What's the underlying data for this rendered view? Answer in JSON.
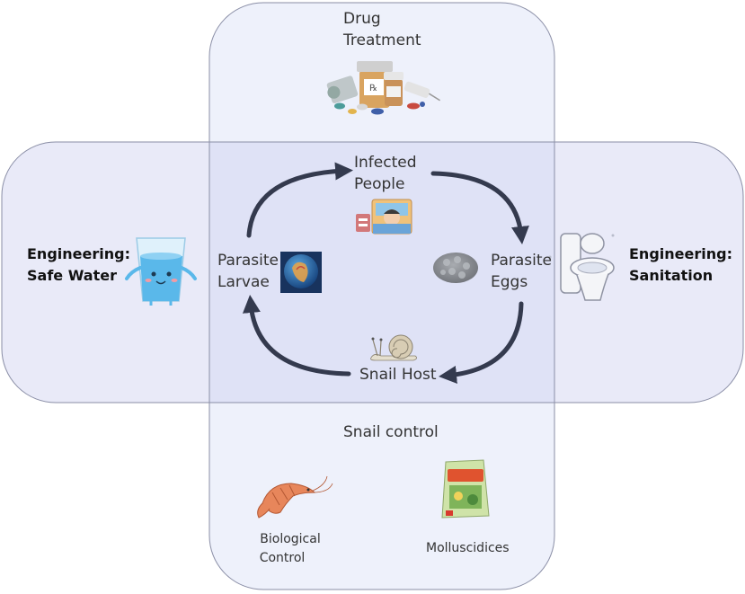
{
  "colors": {
    "panel_vertical": "#eef1fb",
    "panel_horizontal": "#e9eaf8",
    "overlap": "#dfe2f6",
    "panel_border": "#8a8ea6",
    "arrow": "#343a4e"
  },
  "panels": {
    "drug": {
      "title_line1": "Drug",
      "title_line2": "Treatment",
      "icon": "pill-bottles-icon"
    },
    "water": {
      "title_line1": "Engineering:",
      "title_line2": "Safe Water",
      "icon": "water-glass-icon"
    },
    "sanitation": {
      "title_line1": "Engineering:",
      "title_line2": "Sanitation",
      "icon": "toilet-icon"
    },
    "snail_control": {
      "title": "Snail control",
      "biological_line1": "Biological",
      "biological_line2": "Control",
      "biological_icon": "shrimp-icon",
      "molluscicides": "Molluscidices",
      "molluscicides_icon": "molluscicide-bag-icon"
    }
  },
  "cycle": {
    "infected_line1": "Infected",
    "infected_line2": "People",
    "infected_icon": "sick-person-in-bed-icon",
    "eggs_line1": "Parasite",
    "eggs_line2": "Eggs",
    "eggs_icon": "parasite-egg-icon",
    "snail": "Snail Host",
    "snail_icon": "snail-icon",
    "larvae_line1": "Parasite",
    "larvae_line2": "Larvae",
    "larvae_icon": "parasite-larva-icon"
  }
}
